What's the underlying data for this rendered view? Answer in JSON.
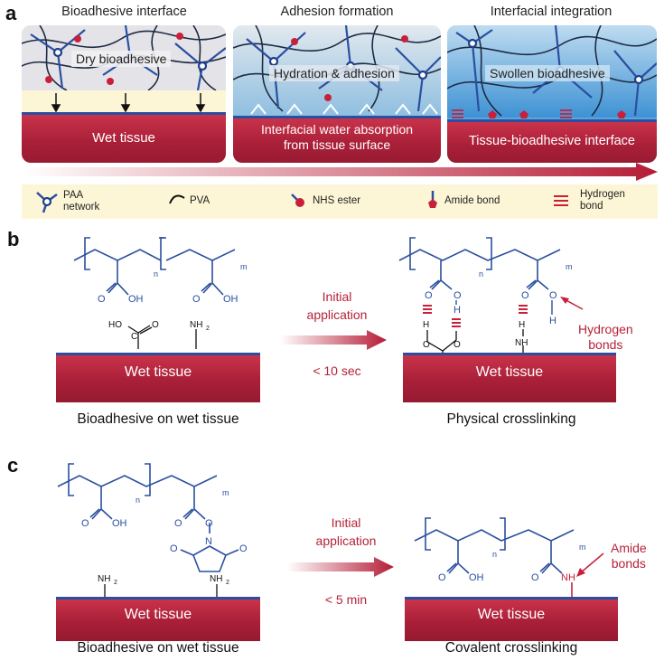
{
  "panel_a": {
    "letter": "a",
    "titles": [
      "Bioadhesive interface",
      "Adhesion formation",
      "Interfacial integration"
    ],
    "box_labels": [
      "Dry bioadhesive",
      "Hydration & adhesion",
      "Swollen bioadhesive"
    ],
    "tissue_labels": [
      "Wet tissue",
      "Interfacial water absorption\nfrom tissue surface",
      "Tissue-bioadhesive interface"
    ],
    "legend": [
      {
        "icon": "paa-network-icon",
        "label": "PAA\nnetwork"
      },
      {
        "icon": "pva-icon",
        "label": "PVA"
      },
      {
        "icon": "nhs-ester-icon",
        "label": "NHS ester"
      },
      {
        "icon": "amide-bond-icon",
        "label": "Amide bond"
      },
      {
        "icon": "hydrogen-bond-icon",
        "label": "Hydrogen\nbond"
      }
    ]
  },
  "panel_b": {
    "letter": "b",
    "arrow_label": "Initial\napplication",
    "time": "< 10 sec",
    "tissue_left": "Wet tissue",
    "tissue_right": "Wet tissue",
    "caption_left": "Bioadhesive on wet tissue",
    "caption_right": "Physical crosslinking",
    "annotation": "Hydrogen\nbonds"
  },
  "panel_c": {
    "letter": "c",
    "arrow_label": "Initial\napplication",
    "time": "< 5 min",
    "tissue_left": "Wet tissue",
    "tissue_right": "Wet tissue",
    "caption_left": "Bioadhesive on wet tissue",
    "caption_right": "Covalent crosslinking",
    "annotation": "Amide\nbonds"
  },
  "colors": {
    "blue": "#2a4fa0",
    "red": "#b52238",
    "tissue": "#a91f38",
    "legend_bg": "#fdf6d6"
  }
}
